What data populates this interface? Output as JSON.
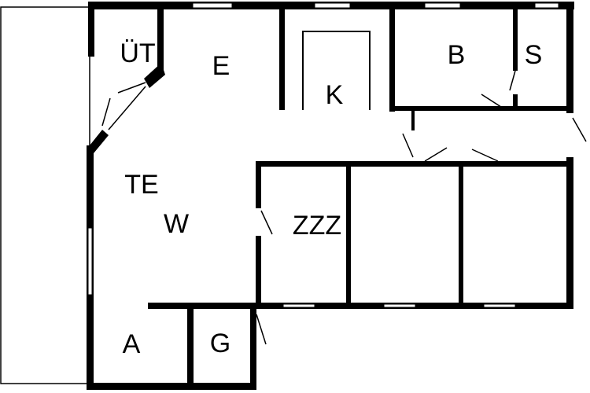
{
  "colors": {
    "wall": "#000000",
    "background": "#ffffff"
  },
  "rooms": {
    "ut": "ÜT",
    "e": "E",
    "k": "K",
    "b": "B",
    "s": "S",
    "te": "TE",
    "w": "W",
    "zzz": "ZZZ",
    "a": "A",
    "g": "G"
  }
}
